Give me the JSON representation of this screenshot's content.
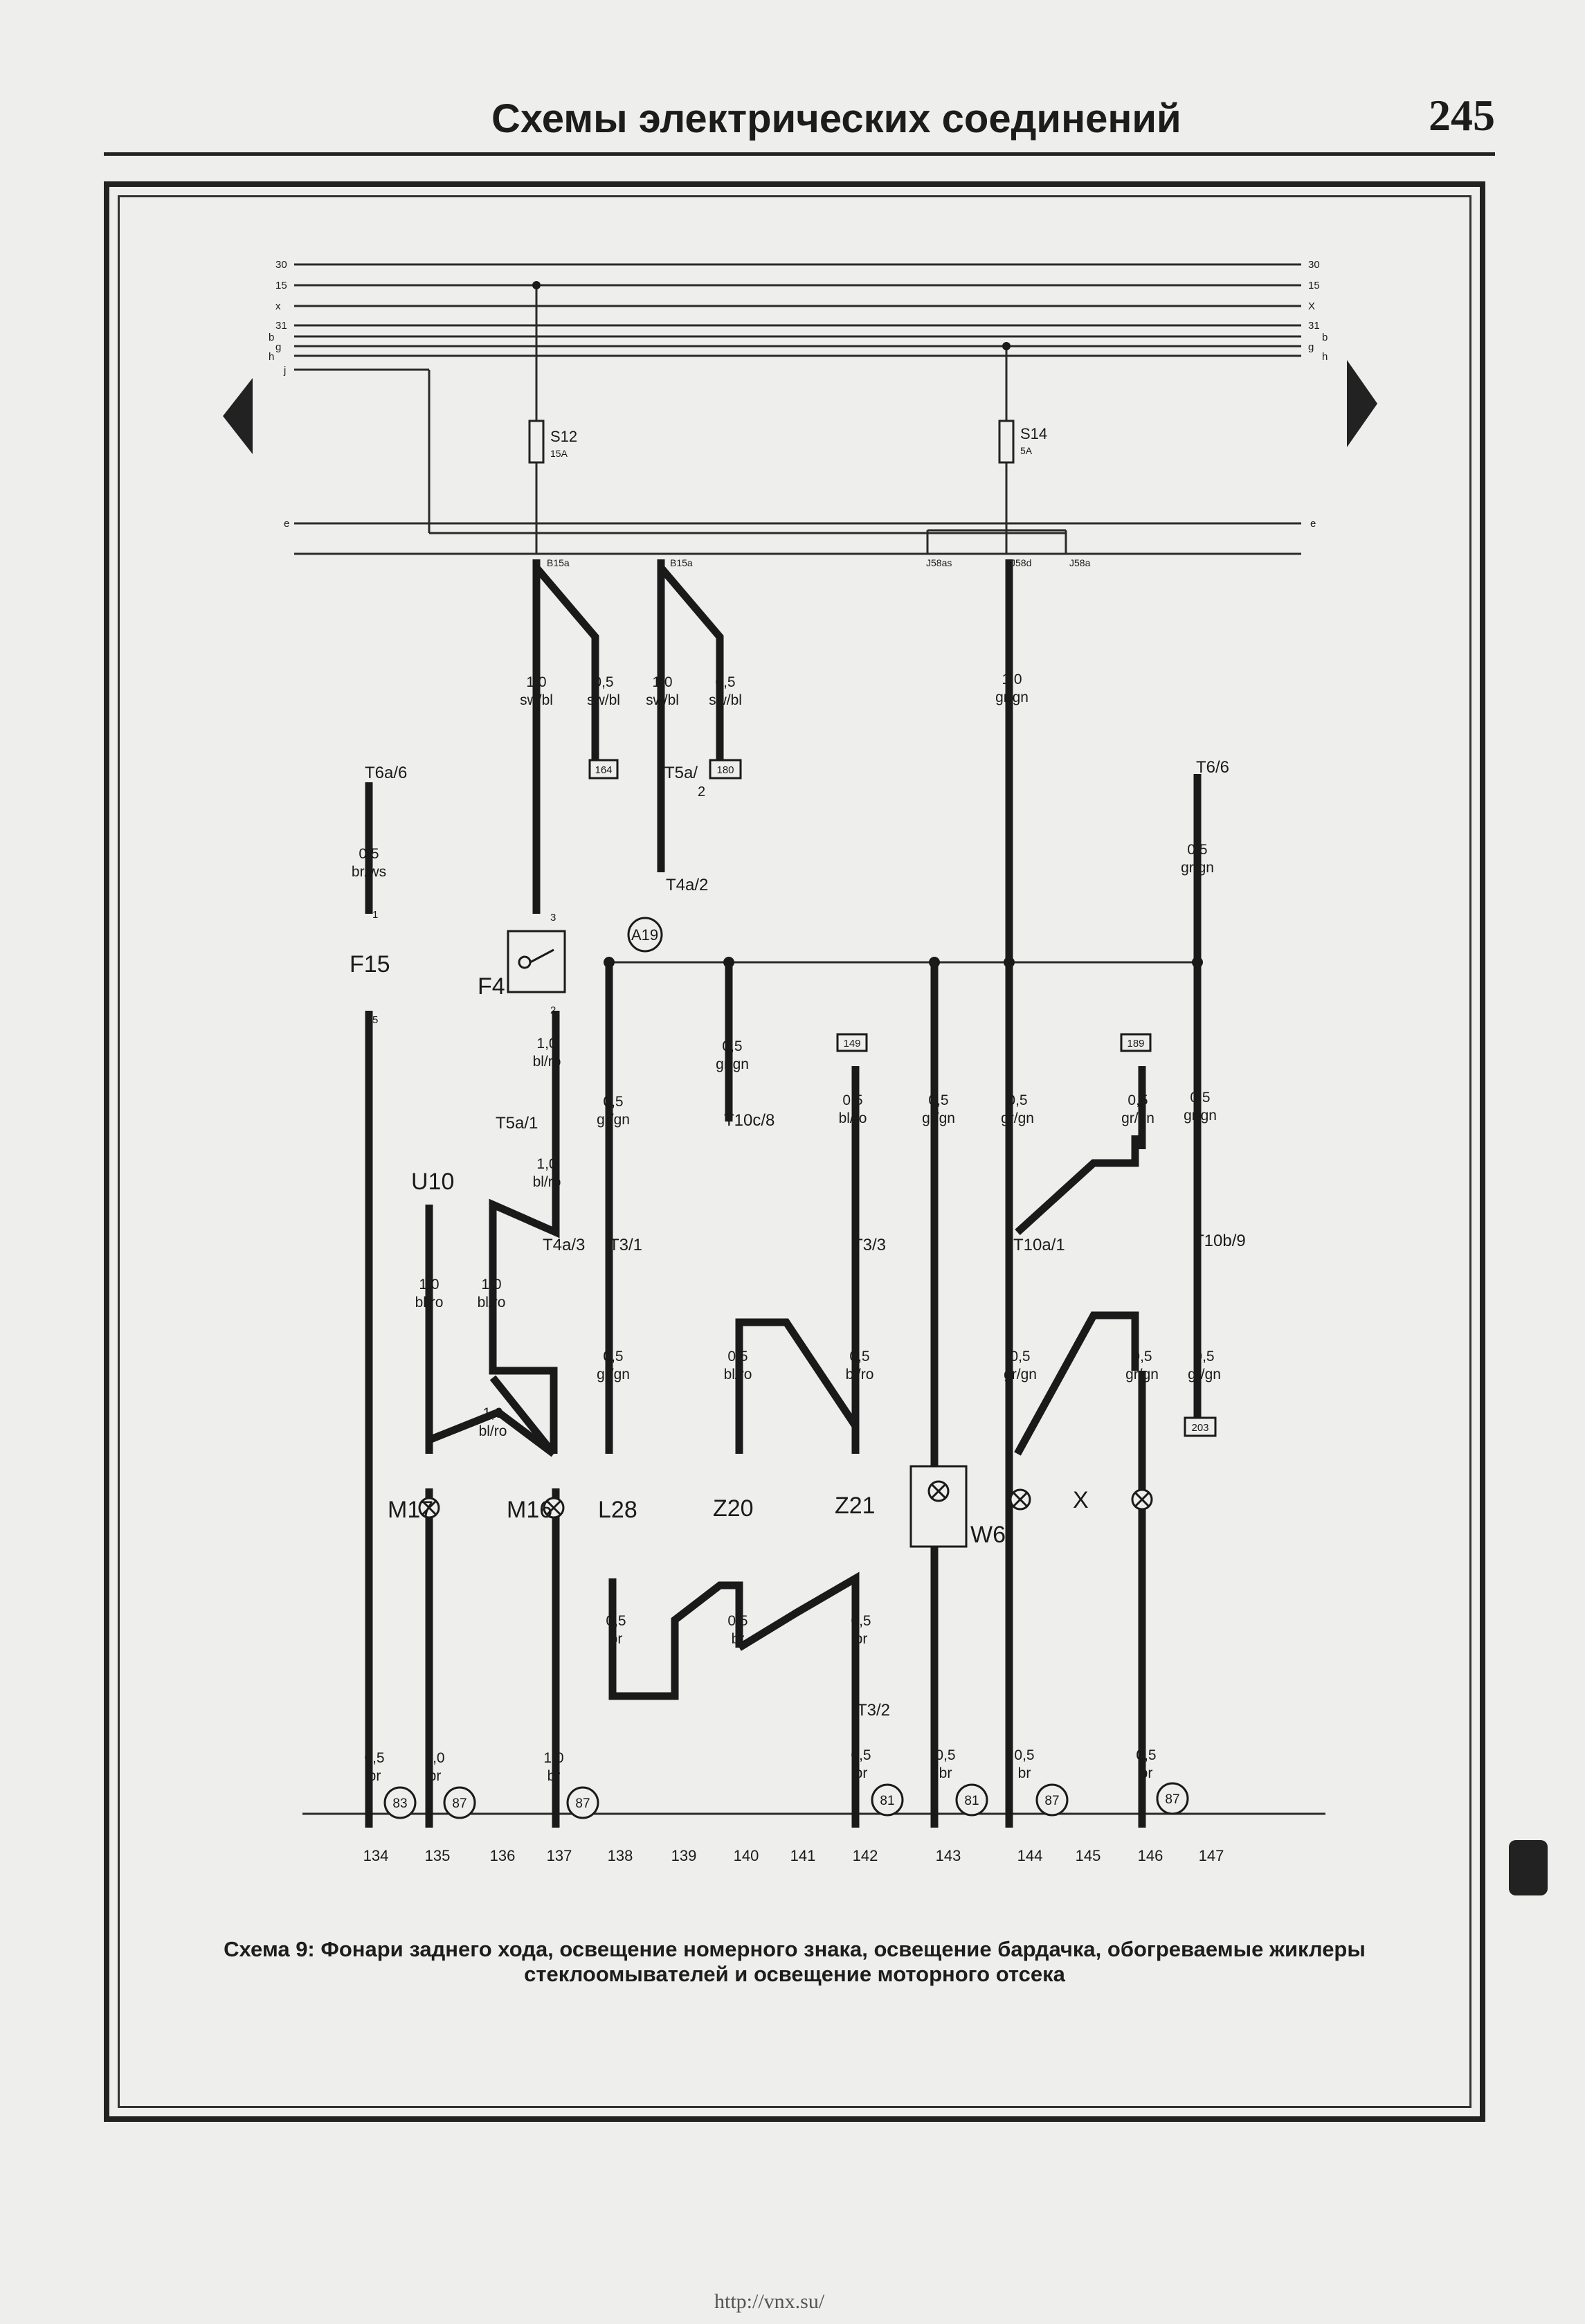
{
  "header": {
    "title": "Схемы электрических соединений",
    "page_number": "245"
  },
  "caption": {
    "line1": "Схема 9: Фонари заднего хода, освещение номерного знака, освещение бардачка, обогреваемые жиклеры",
    "line2": "стеклоомывателей и освещение моторного отсека"
  },
  "footer": {
    "url": "http://vnx.su/"
  },
  "buses": {
    "left_labels": [
      "30",
      "15",
      "x",
      "31",
      "b",
      "g",
      "h",
      "j"
    ],
    "right_labels": [
      "30",
      "15",
      "X",
      "31",
      "b",
      "g",
      "h"
    ],
    "e_label": "e"
  },
  "fuses": [
    {
      "id": "S12",
      "rating": "15A"
    },
    {
      "id": "S14",
      "rating": "5A"
    }
  ],
  "relay_terminals": [
    "B15a",
    "B15a",
    "J58as",
    "J58d",
    "J58a"
  ],
  "wires": [
    {
      "gauge": "0,5",
      "color": "br/ws"
    },
    {
      "gauge": "1,0",
      "color": "sw/bl"
    },
    {
      "gauge": "0,5",
      "color": "sw/bl"
    },
    {
      "gauge": "1,0",
      "color": "sw/bl"
    },
    {
      "gauge": "0,5",
      "color": "sw/bl"
    },
    {
      "gauge": "1,0",
      "color": "gr/gn"
    },
    {
      "gauge": "0,5",
      "color": "gr/gn"
    },
    {
      "gauge": "1,0",
      "color": "bl/ro"
    },
    {
      "gauge": "1,0",
      "color": "bl/ro"
    },
    {
      "gauge": "0,5",
      "color": "gr/gn"
    },
    {
      "gauge": "0,5",
      "color": "gr/gn"
    },
    {
      "gauge": "0,5",
      "color": "bl/ro"
    },
    {
      "gauge": "0,5",
      "color": "gr/gn"
    },
    {
      "gauge": "0,5",
      "color": "gr/gn"
    },
    {
      "gauge": "0,5",
      "color": "gr/gn"
    },
    {
      "gauge": "0,5",
      "color": "gr/gn"
    },
    {
      "gauge": "1,0",
      "color": "bl/ro"
    },
    {
      "gauge": "1,0",
      "color": "bl/ro"
    },
    {
      "gauge": "1,0",
      "color": "bl/ro"
    },
    {
      "gauge": "0,5",
      "color": "gr/gn"
    },
    {
      "gauge": "0,5",
      "color": "bl/ro"
    },
    {
      "gauge": "0,5",
      "color": "bl/ro"
    },
    {
      "gauge": "0,5",
      "color": "gr/gn"
    },
    {
      "gauge": "0,5",
      "color": "gr/gn"
    },
    {
      "gauge": "0,5",
      "color": "gr/gn"
    },
    {
      "gauge": "0,5",
      "color": "br"
    },
    {
      "gauge": "0,5",
      "color": "br"
    },
    {
      "gauge": "0,5",
      "color": "br"
    },
    {
      "gauge": "0,5",
      "color": "br"
    },
    {
      "gauge": "1,0",
      "color": "br"
    },
    {
      "gauge": "1,0",
      "color": "br"
    },
    {
      "gauge": "0,5",
      "color": "br"
    },
    {
      "gauge": "0,5",
      "color": "br"
    },
    {
      "gauge": "0,5",
      "color": "br"
    },
    {
      "gauge": "0,5",
      "color": "br"
    }
  ],
  "connectors": [
    "T6a/6",
    "T5a/",
    "2",
    "T4a/2",
    "T6/6",
    "T5a/1",
    "T10c/8",
    "T4a/3",
    "T3/1",
    "T3/3",
    "T10a/1",
    "T10b/9",
    "T3/2"
  ],
  "ref_boxes": [
    "164",
    "180",
    "149",
    "189",
    "203"
  ],
  "ground_refs": [
    "83",
    "87",
    "87",
    "81",
    "81",
    "87",
    "87"
  ],
  "junction": "A19",
  "components": [
    "F15",
    "F4",
    "U10",
    "M17",
    "M16",
    "L28",
    "Z20",
    "Z21",
    "W6",
    "X"
  ],
  "pin_labels": [
    "3",
    "2",
    "1",
    "5"
  ],
  "column_numbers": [
    "134",
    "135",
    "136",
    "137",
    "138",
    "139",
    "140",
    "141",
    "142",
    "143",
    "144",
    "145",
    "146",
    "147"
  ]
}
